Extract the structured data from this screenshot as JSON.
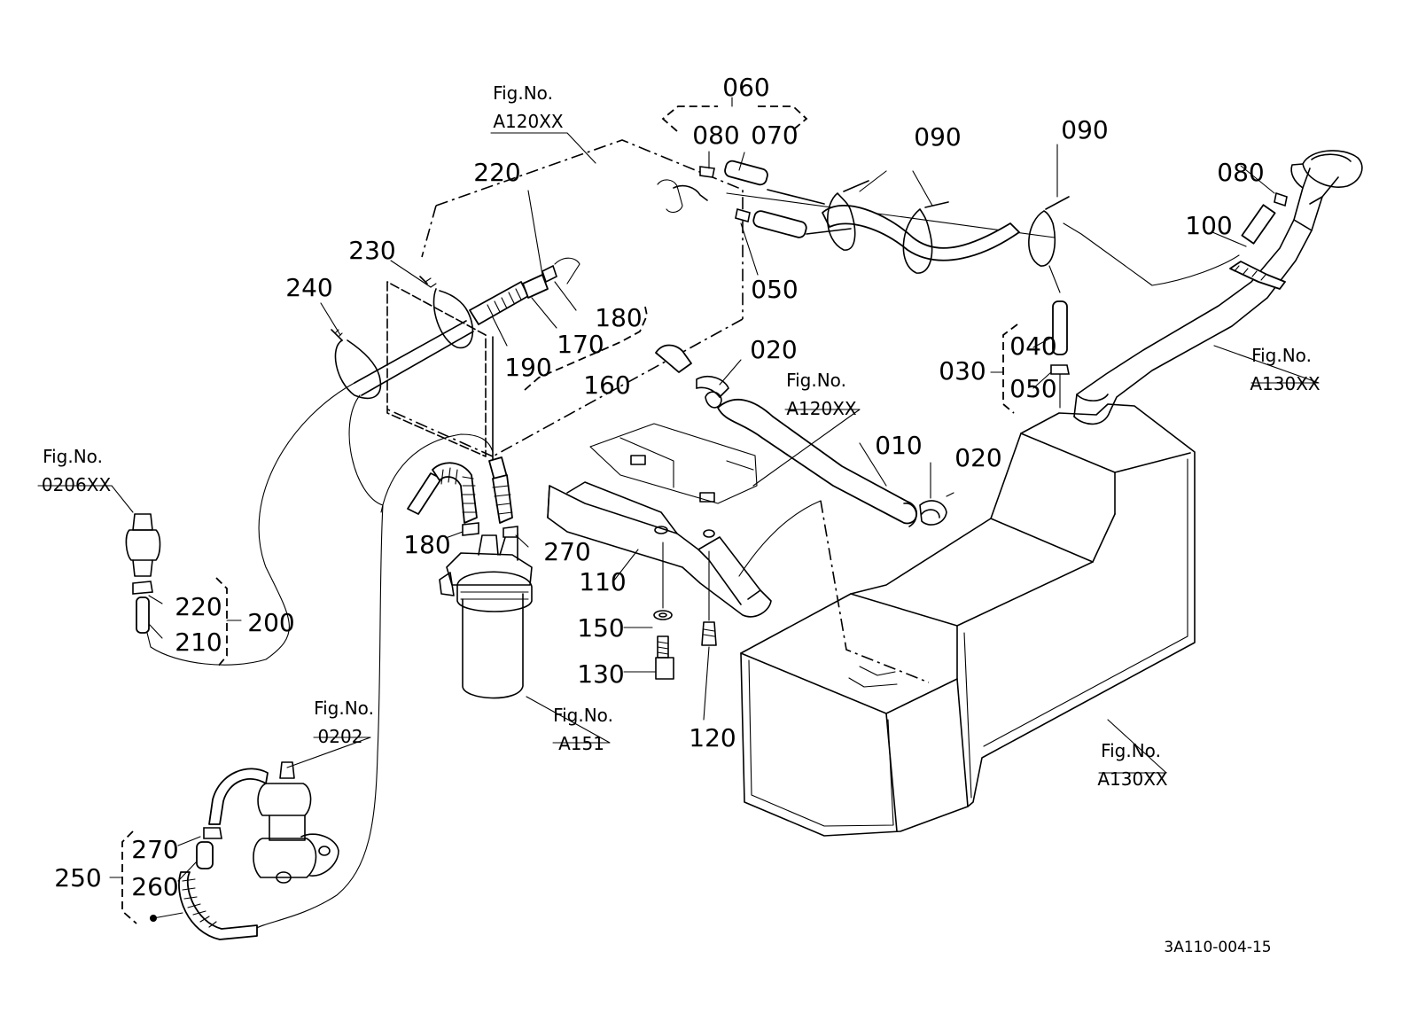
{
  "diagram": {
    "drawing_code": "3A110-004-15",
    "part_labels": {
      "p010": "010",
      "p020a": "020",
      "p020b": "020",
      "p030": "030",
      "p040": "040",
      "p050a": "050",
      "p050b": "050",
      "p060": "060",
      "p070": "070",
      "p080a": "080",
      "p080b": "080",
      "p090a": "090",
      "p090b": "090",
      "p100": "100",
      "p110": "110",
      "p120": "120",
      "p130": "130",
      "p150": "150",
      "p160": "160",
      "p170": "170",
      "p180a": "180",
      "p180b": "180",
      "p190": "190",
      "p200": "200",
      "p210": "210",
      "p220a": "220",
      "p220b": "220",
      "p230": "230",
      "p240": "240",
      "p250": "250",
      "p260": "260",
      "p270a": "270",
      "p270b": "270"
    },
    "figure_refs": {
      "ref_a120_top": {
        "prefix": "Fig.No.",
        "code": "A120XX"
      },
      "ref_a120_mid": {
        "prefix": "Fig.No.",
        "code": "A120XX"
      },
      "ref_a130_right": {
        "prefix": "Fig.No.",
        "code": "A130XX"
      },
      "ref_a130_bottom": {
        "prefix": "Fig.No.",
        "code": "A130XX"
      },
      "ref_0206": {
        "prefix": "Fig.No.",
        "code": "0206XX"
      },
      "ref_0202": {
        "prefix": "Fig.No.",
        "code": "0202"
      },
      "ref_a151": {
        "prefix": "Fig.No.",
        "code": "A151"
      }
    }
  }
}
